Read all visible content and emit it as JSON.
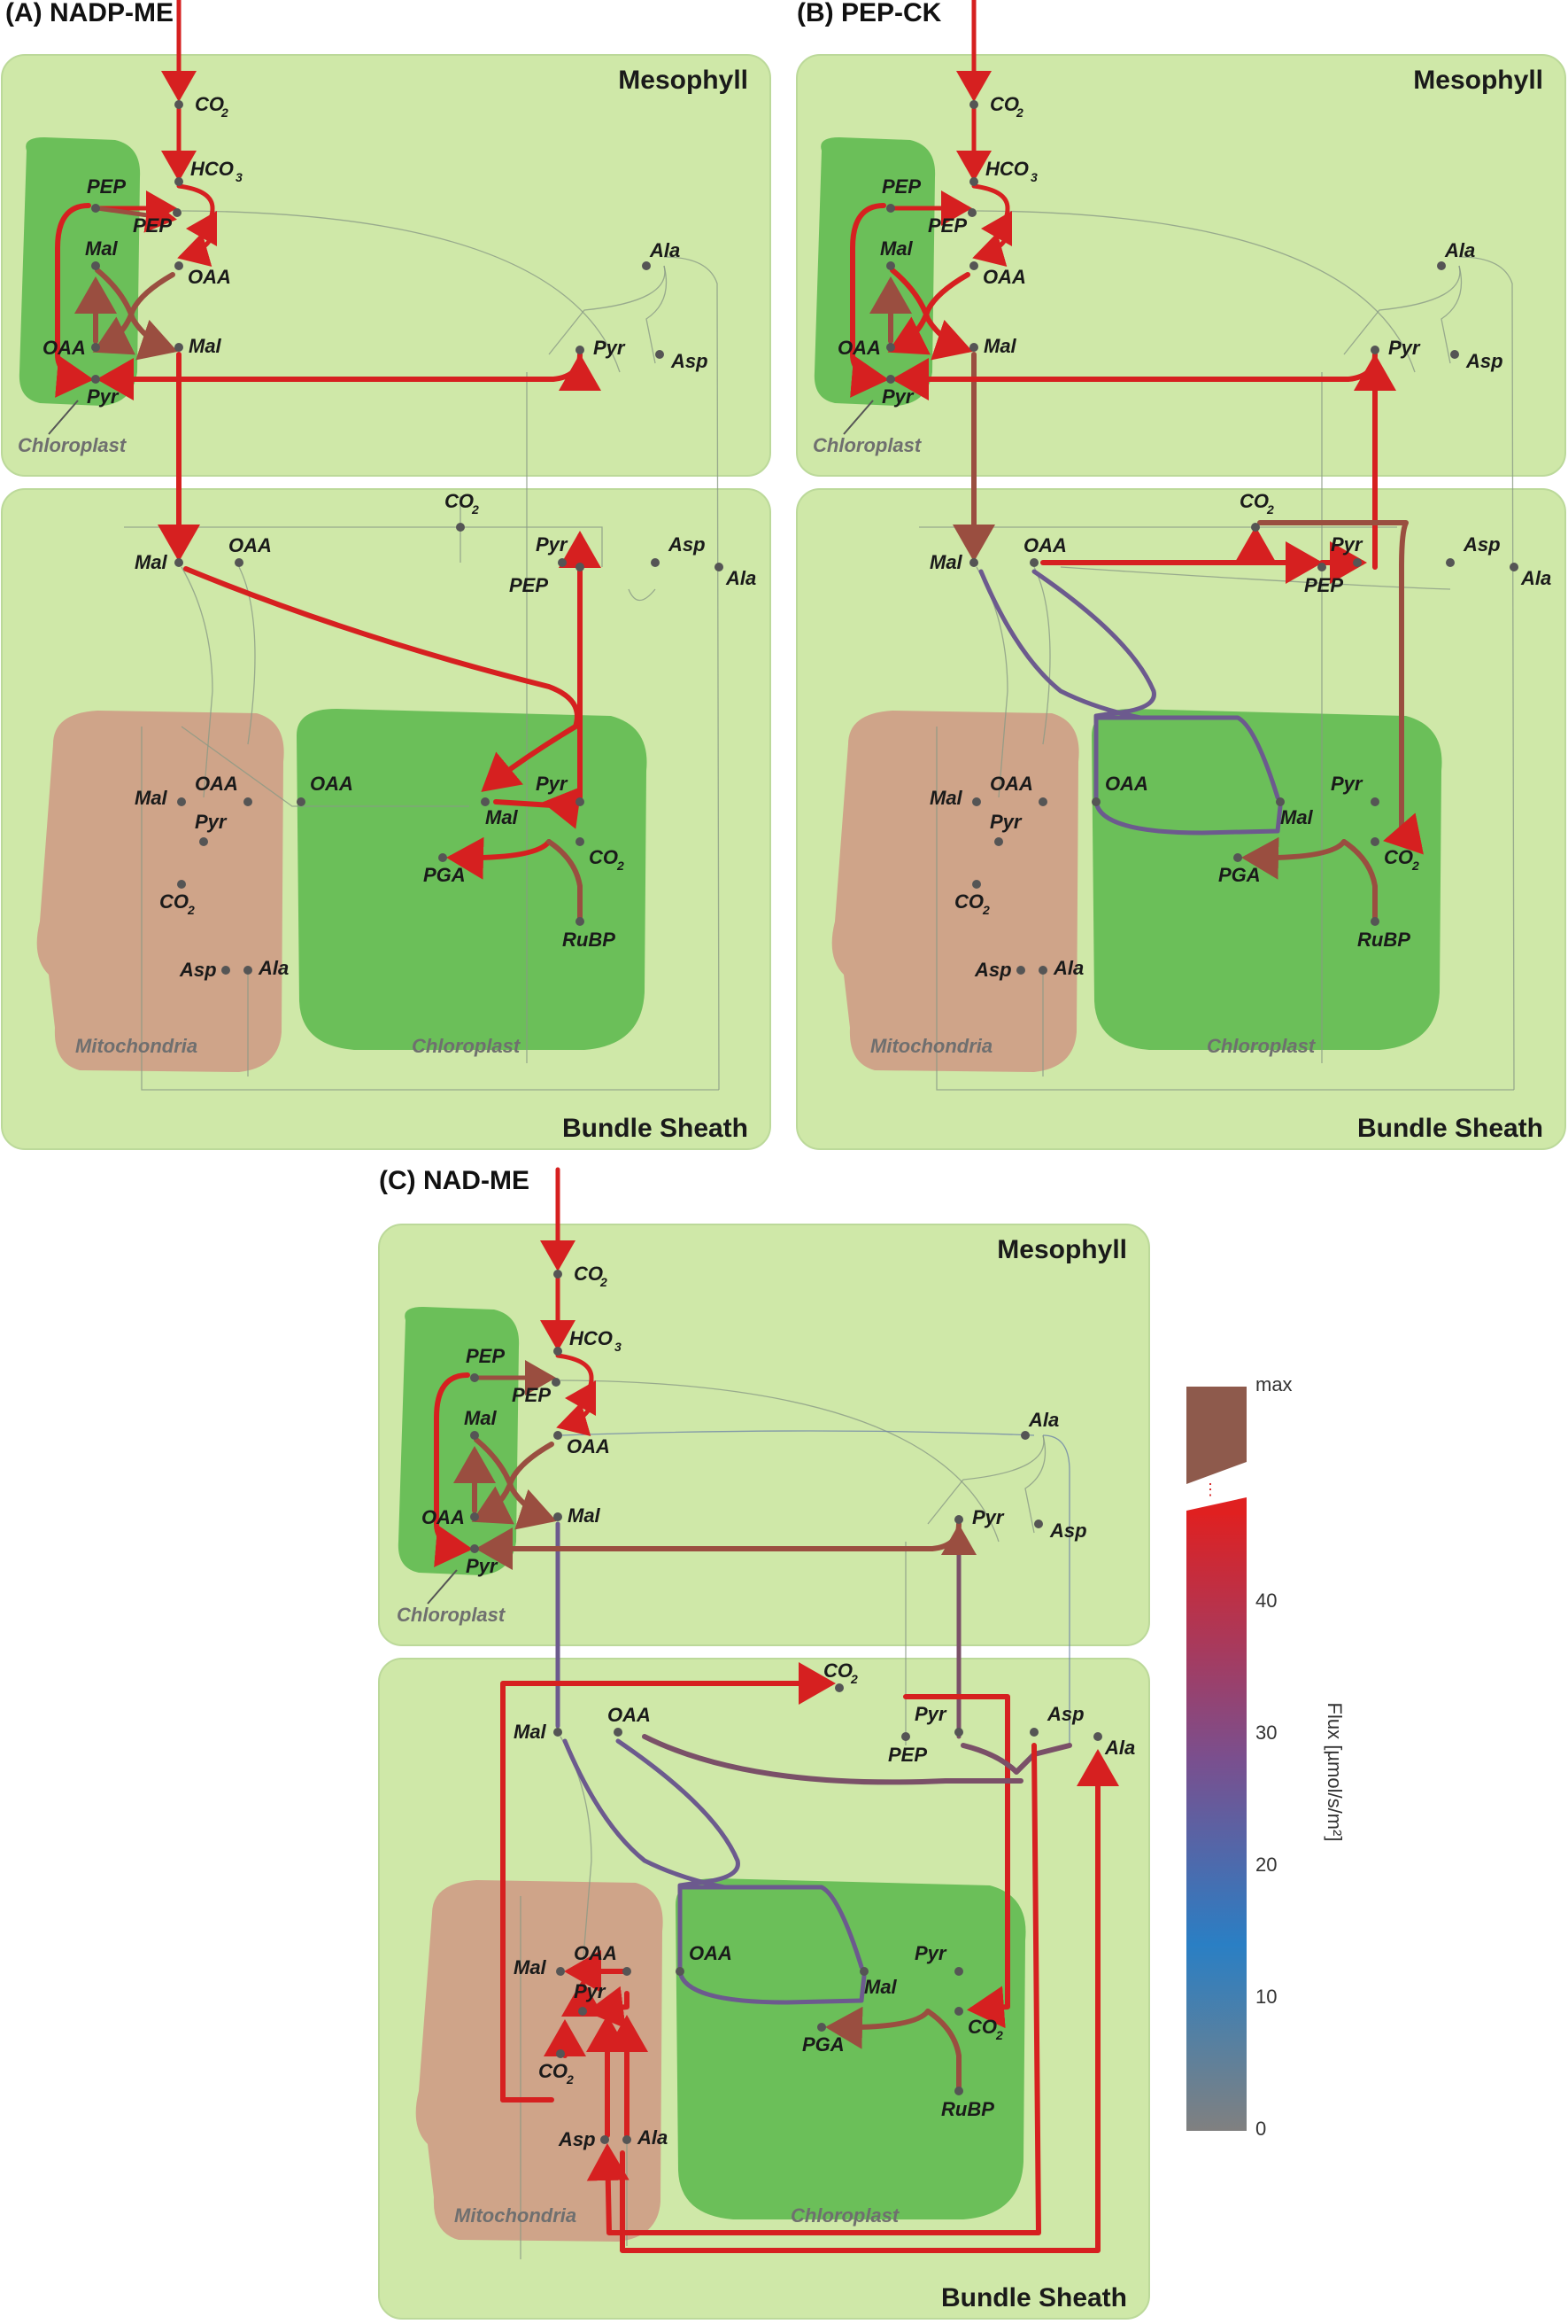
{
  "panels": {
    "a": {
      "title": "(A) NADP-ME"
    },
    "b": {
      "title": "(B) PEP-CK"
    },
    "c": {
      "title": "(C) NAD-ME"
    }
  },
  "labels": {
    "mesophyll": "Mesophyll",
    "bundle_sheath": "Bundle Sheath",
    "chloroplast": "Chloroplast",
    "mitochondria": "Mitochondria"
  },
  "metabolites": {
    "co2": "CO",
    "hco3": "HCO",
    "co2_sub": "2",
    "hco3_sub": "3",
    "pep": "PEP",
    "oaa": "OAA",
    "mal": "Mal",
    "pyr": "Pyr",
    "ala": "Ala",
    "asp": "Asp",
    "pga": "PGA",
    "rubp": "RuBP"
  },
  "colorbar": {
    "title": "Flux [µmol/s/m²]",
    "max_label": "max",
    "ticks": [
      "0",
      "10",
      "20",
      "30",
      "40"
    ],
    "break_mark": "⋮",
    "colors": {
      "low": "#808080",
      "mid1": "#2a7fc4",
      "mid2": "#7a4f8e",
      "high": "#e02020",
      "max": "#8e5a4c"
    }
  },
  "colors": {
    "mesophyll_fill": "#cfe8a8",
    "chloroplast_fill": "#6bbf59",
    "mitochondria_fill": "#cfa489",
    "flux_high": "#d62020",
    "flux_brown": "#9a4e40",
    "flux_purple": "#6c5a8e",
    "flux_mauve": "#7a5068",
    "thin_line": "#8a9a86"
  }
}
